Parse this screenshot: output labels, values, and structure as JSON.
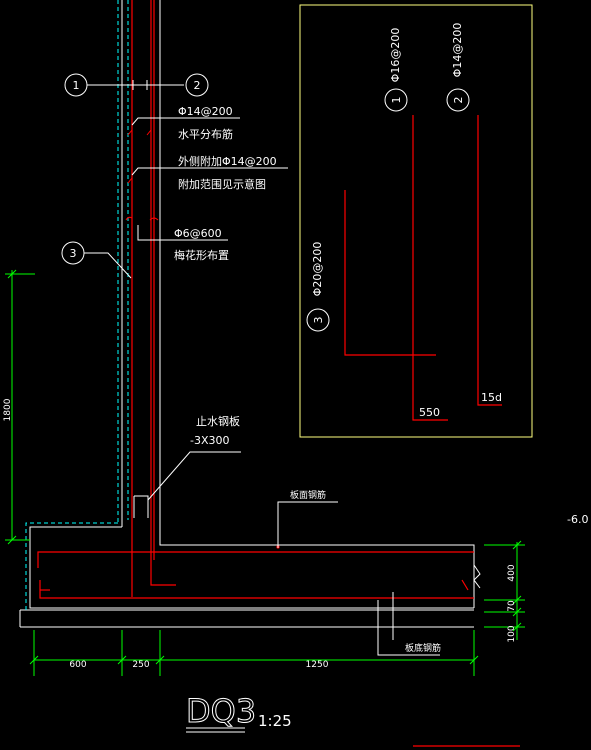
{
  "callouts": {
    "c1": "1",
    "c2": "2",
    "c3": "3"
  },
  "annotations": {
    "phi14_200": "Φ14@200",
    "horizontal_bars": "水平分布筋",
    "outer_extra": "外侧附加Φ14@200",
    "extra_range": "附加范围见示意图",
    "phi6_600": "Φ6@600",
    "plum_layout": "梅花形布置",
    "waterstop_plate": "止水钢板",
    "waterstop_size": "-3X300",
    "slab_top_bars": "板面钢筋",
    "slab_bottom_bars": "板底钢筋",
    "elevation": "-6.0"
  },
  "detail_box": {
    "bar1_callout": "1",
    "bar1_spec": "Φ16@200",
    "bar2_callout": "2",
    "bar2_spec": "Φ14@200",
    "bar3_callout": "3",
    "bar3_spec": "Φ20@200",
    "len_550": "550",
    "len_15d": "15d"
  },
  "dimensions": {
    "height_1800": "1800",
    "h_600": "600",
    "h_250": "250",
    "h_1250": "1250",
    "v_400": "400",
    "v_70": "70",
    "v_100": "100"
  },
  "title": {
    "name": "DQ3",
    "scale": "1:25"
  },
  "colors": {
    "background": "#000000",
    "concrete_outline": "#ffffff",
    "rebar": "#ff0000",
    "cover_line": "#00ffff",
    "dimension": "#00ff00",
    "detail_frame": "#ffff80"
  }
}
